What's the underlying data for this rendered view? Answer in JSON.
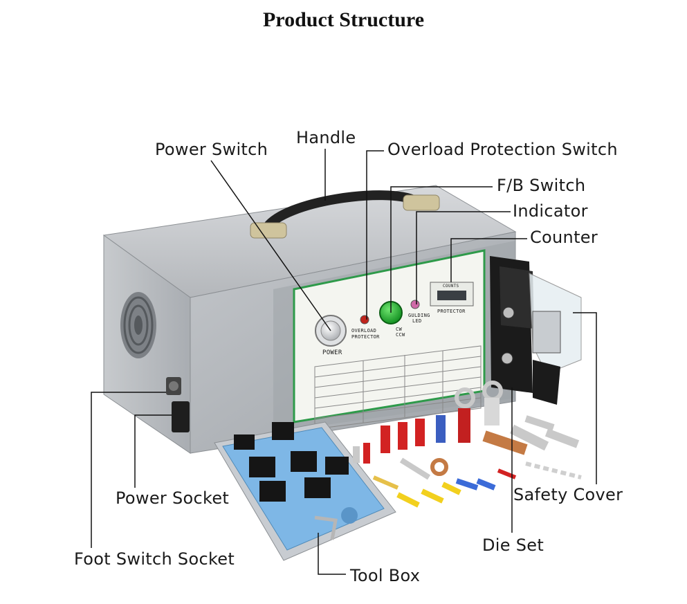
{
  "title": "Product Structure",
  "labels": {
    "handle": "Handle",
    "power_switch": "Power Switch",
    "overload_switch": "Overload Protection Switch",
    "fb_switch": "F/B Switch",
    "indicator": "Indicator",
    "counter": "Counter",
    "safety_cover": "Safety Cover",
    "power_socket": "Power Socket",
    "foot_switch_socket": "Foot Switch Socket",
    "die_set": "Die Set",
    "tool_box": "Tool Box"
  },
  "panel": {
    "power": "POWER",
    "overload": "OVERLOAD",
    "protector": "PROTECTOR",
    "cw": "CW",
    "ccw": "CCW",
    "guiding": "GULDING",
    "led": "LED",
    "protector2": "PROTECTOR",
    "counts": "COUNTS"
  },
  "colors": {
    "body": "#b9bdc1",
    "panel_border": "#2e9a4a",
    "tool_box_foam": "#7eb7e6",
    "leader": "#111111"
  }
}
